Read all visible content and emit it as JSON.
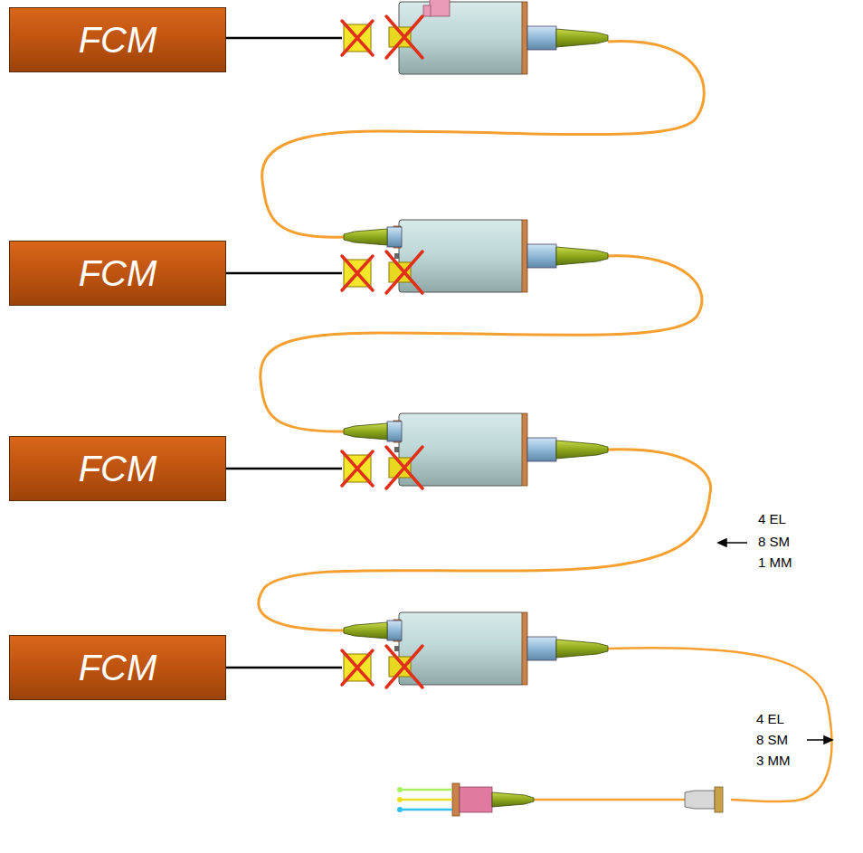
{
  "diagram": {
    "nodes": [
      {
        "text": [
          "FCM"
        ]
      },
      {
        "text": [
          "FCM"
        ]
      },
      {
        "text": [
          "FCM"
        ]
      },
      {
        "text": [
          "FCM"
        ]
      }
    ],
    "labels": [
      "4 EL",
      "8 SM",
      "1 MM",
      "4 EL",
      "8 SM",
      "3 MM"
    ]
  }
}
